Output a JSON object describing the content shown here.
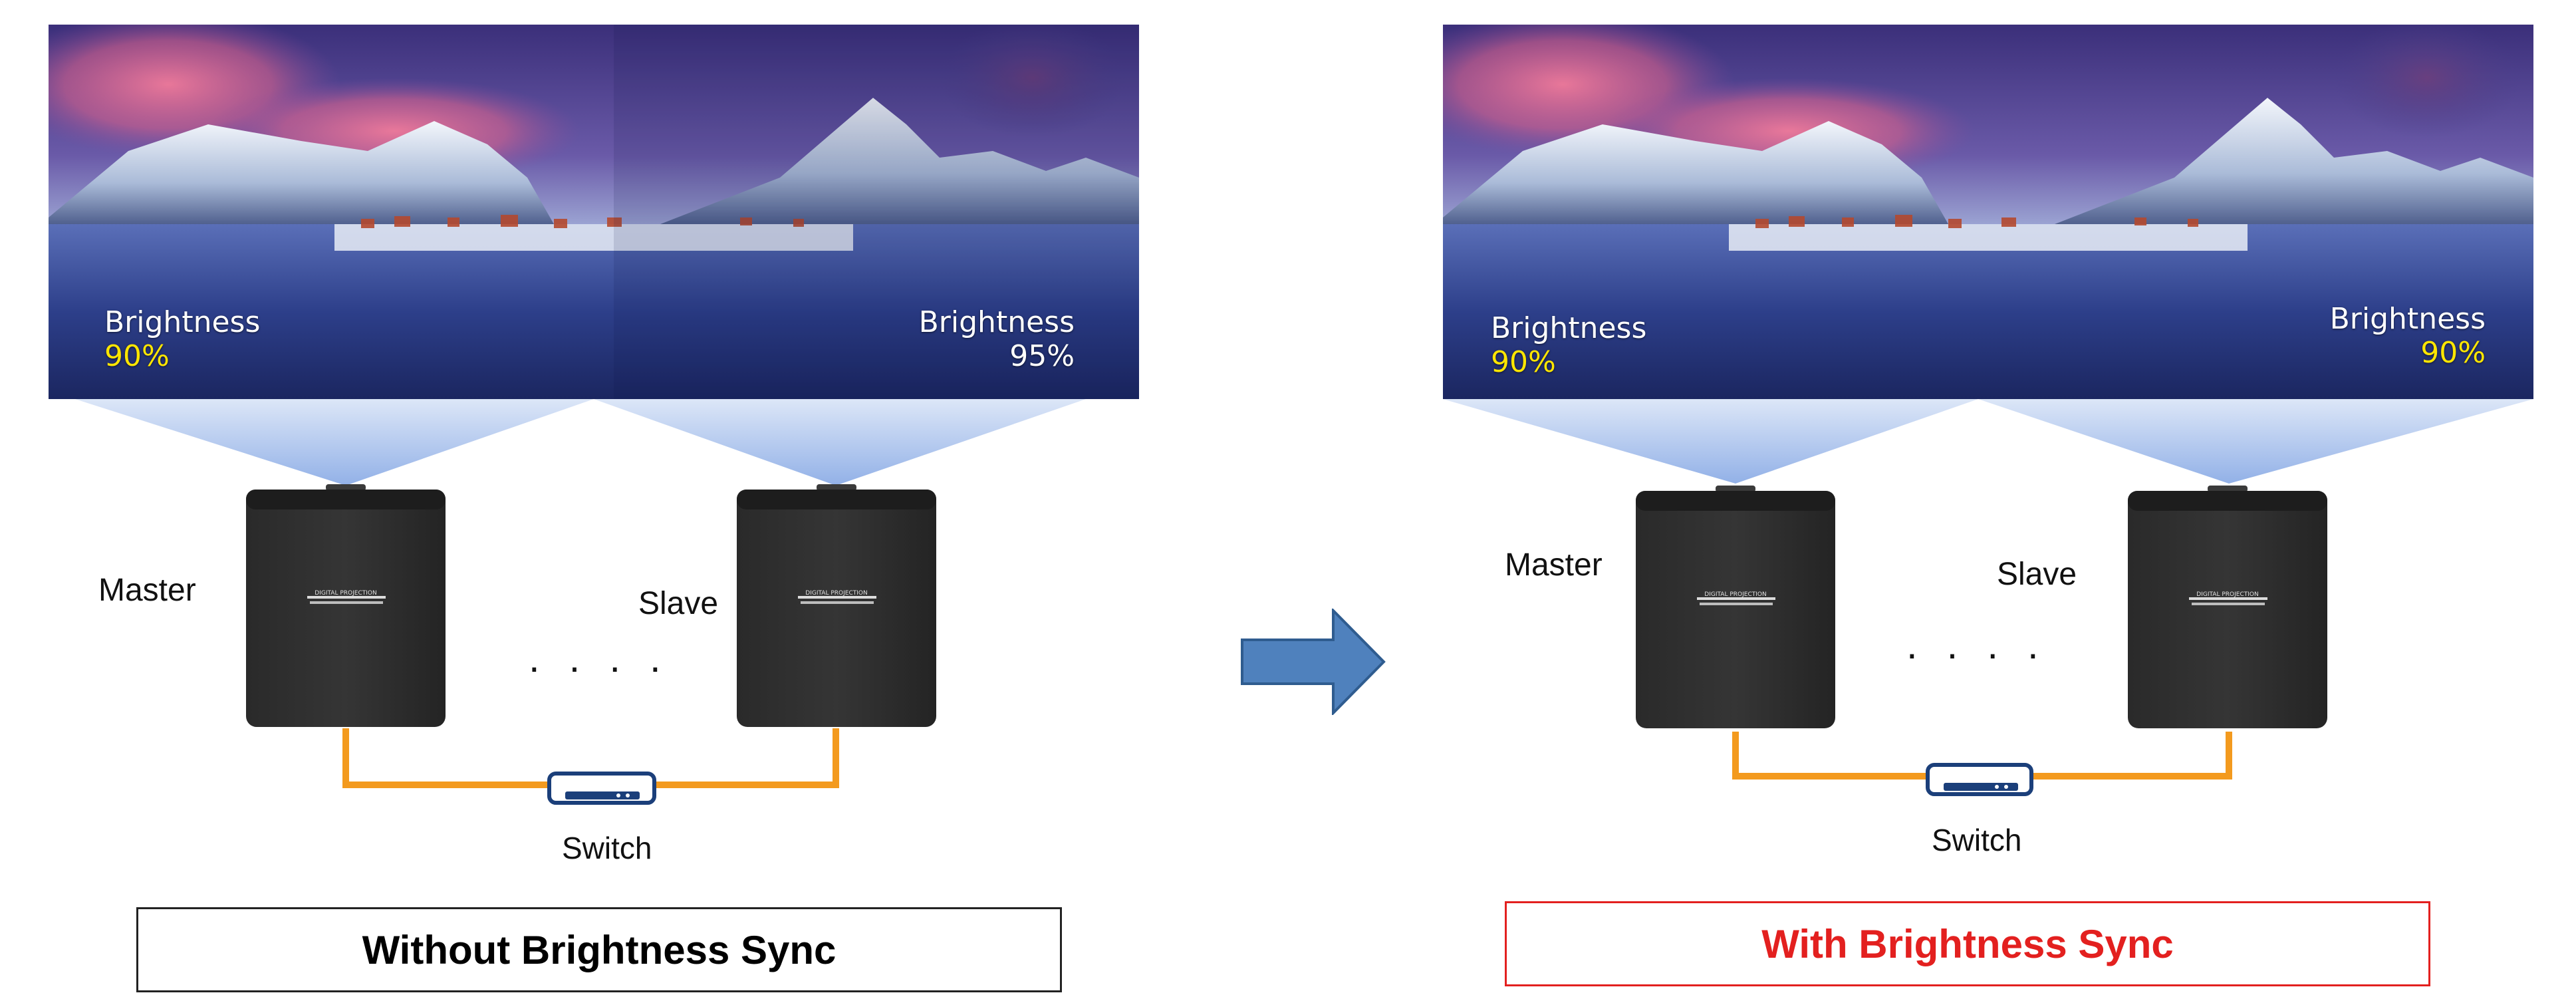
{
  "left": {
    "left_brightness_label": "Brightness",
    "left_brightness_value": "90%",
    "right_brightness_label": "Brightness",
    "right_brightness_value": "95%",
    "master_label": "Master",
    "slave_label": "Slave",
    "switch_label": "Switch",
    "caption": "Without Brightness Sync"
  },
  "right": {
    "left_brightness_label": "Brightness",
    "left_brightness_value": "90%",
    "right_brightness_label": "Brightness",
    "right_brightness_value": "90%",
    "master_label": "Master",
    "slave_label": "Slave",
    "switch_label": "Switch",
    "caption": "With Brightness Sync"
  },
  "projector_brand": "DIGITAL PROJECTION",
  "colors": {
    "cable": "#f39a1e",
    "switch_outline": "#1b3f7a",
    "arrow": "#4f81bd",
    "value_highlight": "#ffe600",
    "caption_red": "#e3201f"
  }
}
